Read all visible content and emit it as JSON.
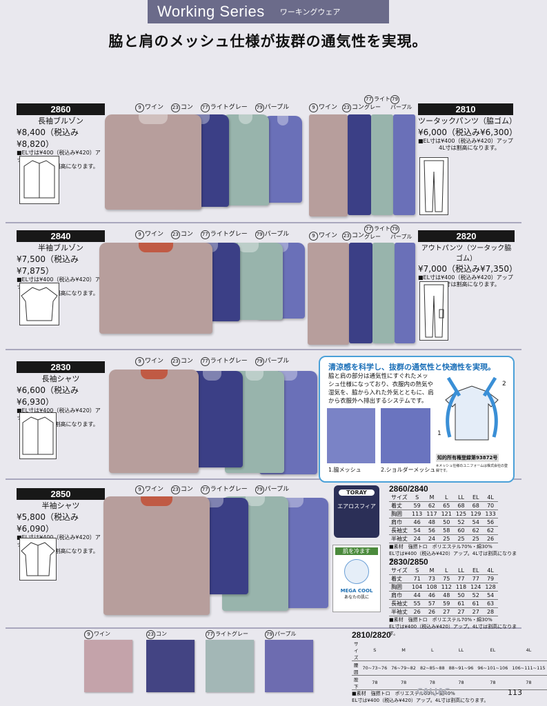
{
  "header": {
    "series_en": "Working Series",
    "series_jp": "ワーキングウェア"
  },
  "headline": "脇と肩のメッシュ仕様が抜群の通気性を実現。",
  "products": {
    "p2860": {
      "code": "2860",
      "name": "長袖ブルゾン",
      "price": "¥8,400（税込み¥8,820）",
      "note1": "■EL寸は¥400（税込み¥420）アップ",
      "note2": "4L寸は割高になります。"
    },
    "p2810": {
      "code": "2810",
      "name": "ツータックパンツ（脇ゴム）",
      "price": "¥6,000（税込み¥6,300）",
      "note1": "■EL寸は¥400（税込み¥420）アップ",
      "note2": "4L寸は割高になります。"
    },
    "p2840": {
      "code": "2840",
      "name": "半袖ブルゾン",
      "price": "¥7,500（税込み¥7,875）",
      "note1": "■EL寸は¥400（税込み¥420）アップ",
      "note2": "4L寸は割高になります。"
    },
    "p2820": {
      "code": "2820",
      "name": "アウトパンツ（ツータック脇ゴム）",
      "price": "¥7,000（税込み¥7,350）",
      "note1": "■EL寸は¥400（税込み¥420）アップ",
      "note2": "4L寸は割高になります。"
    },
    "p2830": {
      "code": "2830",
      "name": "長袖シャツ",
      "price": "¥6,600（税込み¥6,930）",
      "note1": "■EL寸は¥400（税込み¥420）アップ",
      "note2": "4L寸は割高になります。"
    },
    "p2850": {
      "code": "2850",
      "name": "半袖シャツ",
      "price": "¥5,800（税込み¥6,090）",
      "note1": "■EL寸は¥400（税込み¥420）アップ",
      "note2": "4L寸は割高になります。"
    }
  },
  "colors": {
    "c9": {
      "num": "9",
      "name": "ワイン",
      "hex": "#b79e9c"
    },
    "c23": {
      "num": "23",
      "name": "コン",
      "hex": "#3b3f86"
    },
    "c77": {
      "num": "77",
      "name": "ライトグレー",
      "hex": "#98b4ac"
    },
    "c79": {
      "num": "79",
      "name": "パープル",
      "hex": "#6a70b8"
    }
  },
  "pants_labels": {
    "light_a": "ライト",
    "light_b": "グレー",
    "purple": "パープル"
  },
  "feature": {
    "title": "清涼感を科学し、抜群の通気性と快適性を実現。",
    "body": [
      "脇と肩の部分は通気性にすぐれたメッ",
      "シュ仕様になっており、衣服内の熱気や",
      "湿気を、脇から入れた外気とともに、肩",
      "から衣服外へ排出するシステムです。"
    ],
    "label1": "1.脇メッシュ",
    "label2": "2.ショルダーメッシュ",
    "patent": "知的所有権登録第93872号",
    "patent_note": "※メッシュ仕様のユニフォームは株式会社の登録です。",
    "arrow1": "1",
    "arrow2": "2"
  },
  "brand": {
    "toray": "TORAY",
    "sub": "エアロスフィア",
    "mega": "MEGA COOL",
    "mega_badge": "肌を冷ます",
    "mega_bottom": "あなたの肌に"
  },
  "table1": {
    "title": "2860/2840",
    "rows": [
      [
        "サイズ",
        "S",
        "M",
        "L",
        "LL",
        "EL",
        "4L"
      ],
      [
        "着丈",
        "59",
        "62",
        "65",
        "68",
        "68",
        "70"
      ],
      [
        "胸囲",
        "113",
        "117",
        "121",
        "125",
        "129",
        "133"
      ],
      [
        "肩巾",
        "46",
        "48",
        "50",
        "52",
        "54",
        "56"
      ],
      [
        "長袖丈",
        "54",
        "56",
        "58",
        "60",
        "62",
        "62"
      ],
      [
        "半袖丈",
        "24",
        "24",
        "25",
        "25",
        "25",
        "26"
      ]
    ],
    "material": "■素材　強撚トロ　ポリエステル70%・綿30%",
    "note": "EL寸は¥400（税込み¥420）アップ。4L寸は割高になります。"
  },
  "table2": {
    "title": "2830/2850",
    "rows": [
      [
        "サイズ",
        "S",
        "M",
        "L",
        "LL",
        "EL",
        "4L"
      ],
      [
        "着丈",
        "71",
        "73",
        "75",
        "77",
        "77",
        "79"
      ],
      [
        "胸囲",
        "104",
        "108",
        "112",
        "118",
        "124",
        "128"
      ],
      [
        "肩巾",
        "44",
        "46",
        "48",
        "50",
        "52",
        "54"
      ],
      [
        "長袖丈",
        "55",
        "57",
        "59",
        "61",
        "61",
        "63"
      ],
      [
        "半袖丈",
        "26",
        "26",
        "27",
        "27",
        "27",
        "28"
      ]
    ],
    "material": "■素材　強撚トロ　ポリエステル70%・綿30%",
    "note": "EL寸は¥400（税込み¥420）アップ。4L寸は割高になります。"
  },
  "table3": {
    "title": "2810/2820",
    "rows": [
      [
        "サイズ",
        "S",
        "M",
        "L",
        "LL",
        "EL",
        "4L"
      ],
      [
        "腰囲",
        "70~73~76",
        "76~79~82",
        "82~85~88",
        "88~91~96",
        "96~101~106",
        "106~111~115"
      ],
      [
        "股下",
        "78",
        "78",
        "78",
        "78",
        "78",
        "78"
      ]
    ],
    "material": "■素材　強撚トロ　ポリエステル60%・綿40%",
    "note": "EL寸は¥400（税込み¥420）アップ。4L寸は割高になります。"
  },
  "swatches": [
    {
      "num": "9",
      "name": "ワイン",
      "hex": "#c4a3aa"
    },
    {
      "num": "23",
      "name": "コン",
      "hex": "#434483"
    },
    {
      "num": "77",
      "name": "ライトグレー",
      "hex": "#a3b7b6"
    },
    {
      "num": "79",
      "name": "パープル",
      "hex": "#6d6cb0"
    }
  ],
  "page_number": "113",
  "footer_brand": "CALJAC"
}
